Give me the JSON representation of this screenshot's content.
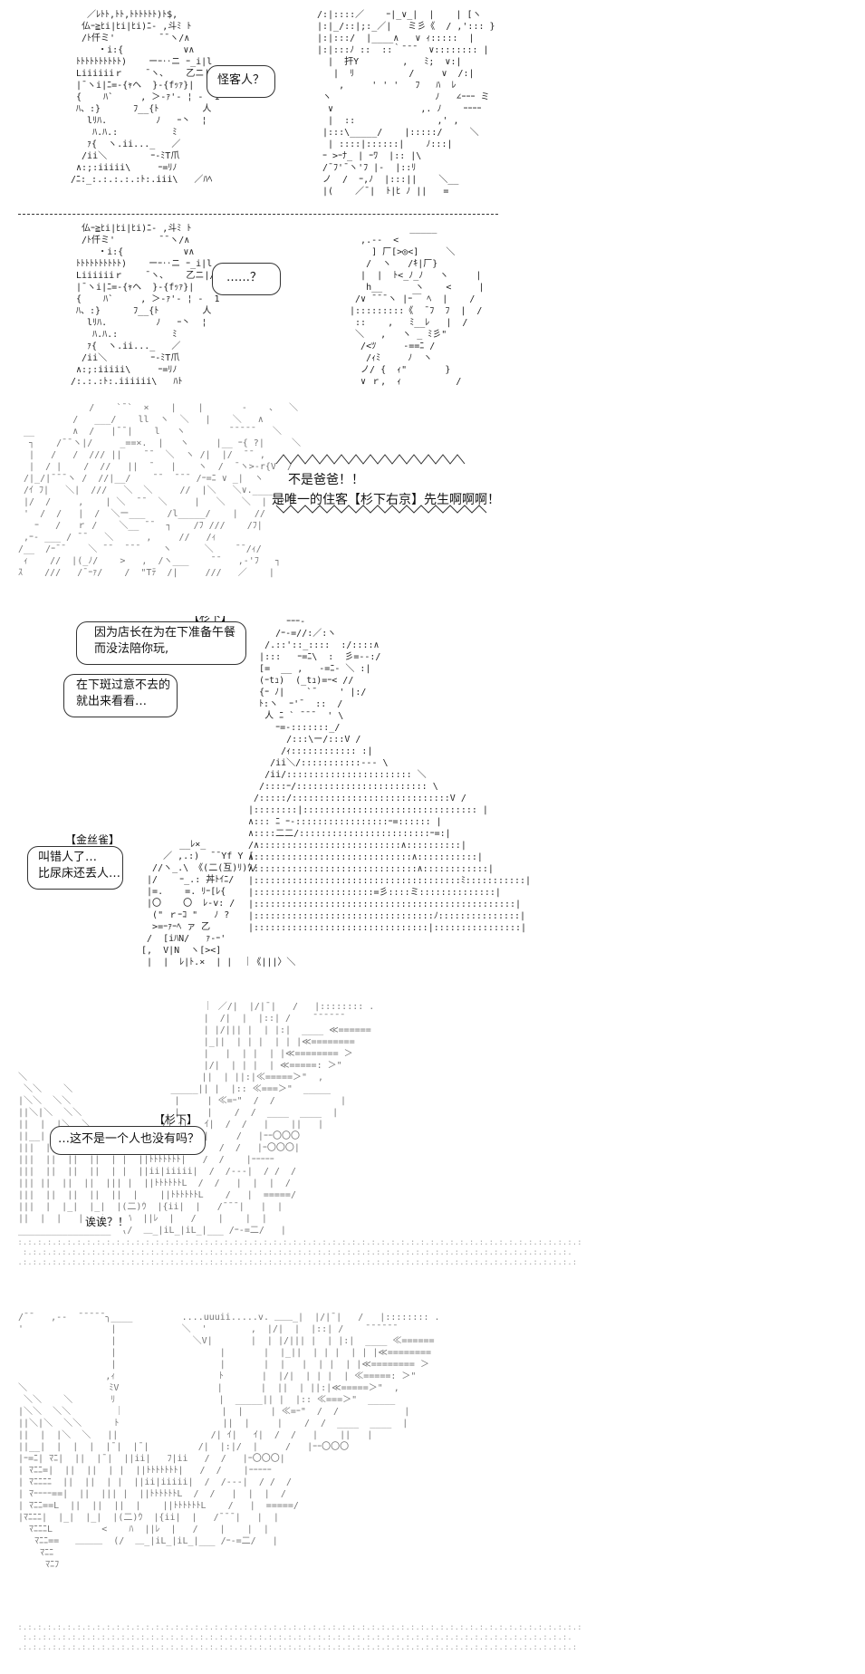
{
  "panel1": {
    "bubble_text": "怪客人？"
  },
  "panel2": {
    "bubble_text": "……？"
  },
  "panel3": {
    "shout_line1": "不是爸爸！！",
    "shout_line2": "是唯一的住客【杉下右京】先生啊啊啊！"
  },
  "panel4": {
    "speaker_sugishita": "【杉下】",
    "bubble1_line1": "因为店长在为在下准备午餐",
    "bubble1_line2": "而没法陪你玩,",
    "bubble2_line1": "在下斑过意不去的",
    "bubble2_line2": "就出来看看…",
    "speaker_kinshique": "【金丝雀】",
    "bubble3_line1": "叫错人了…",
    "bubble3_line2": "比尿床还丢人…"
  },
  "panel5": {
    "speaker": "【杉下】",
    "bubble_text": "…这不是一个人也没有吗？",
    "exclaim": "诶诶？！"
  }
}
